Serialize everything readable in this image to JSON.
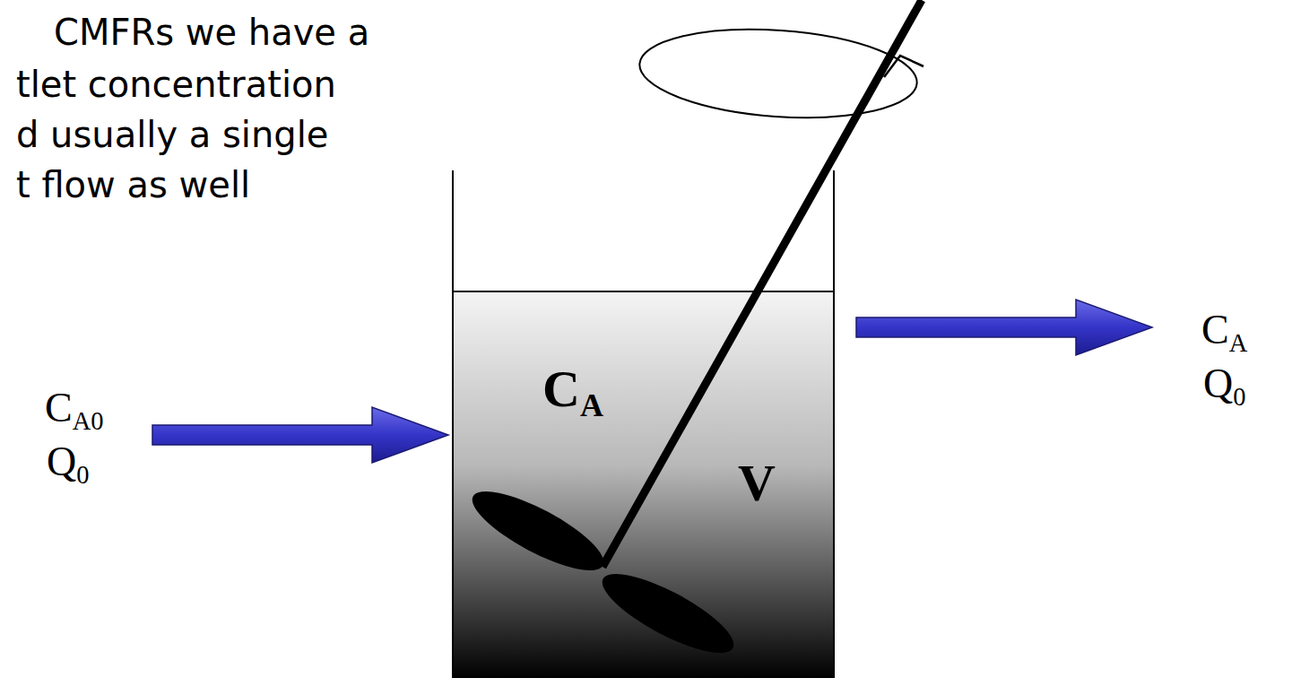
{
  "diagram": {
    "nodes": [
      {
        "text": [
          "CA",
          "V"
        ]
      }
    ],
    "labels": [
      "CMFRs we have a",
      "tlet concentration",
      "d usually a single",
      "t flow as well",
      "CA0",
      "Q0",
      "CA",
      "Q0"
    ]
  }
}
